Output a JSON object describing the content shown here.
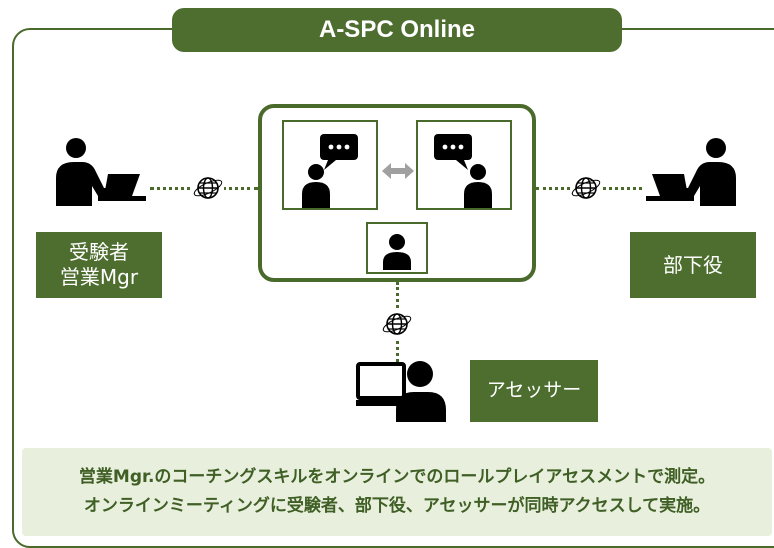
{
  "title": "A-SPC Online",
  "roles": {
    "examinee_line1": "受験者",
    "examinee_line2": "営業Mgr",
    "subordinate": "部下役",
    "assessor": "アセッサー"
  },
  "description": {
    "line1": "営業Mgr.のコーチングスキルをオンラインでのロールプレイアセスメントで測定。",
    "line2": "オンラインミーティングに受験者、部下役、アセッサーが同時アクセスして実施。"
  },
  "icons": {
    "examinee": "person-at-laptop-icon",
    "subordinate": "person-at-laptop-icon",
    "assessor": "person-at-computer-icon",
    "network": "globe-network-icon",
    "speech": "speech-bubble-icon",
    "exchange": "double-arrow-icon"
  },
  "colors": {
    "primary": "#4d6e2f",
    "light": "#e8efdd",
    "icon": "#000000",
    "arrow": "#a0a0a0"
  }
}
